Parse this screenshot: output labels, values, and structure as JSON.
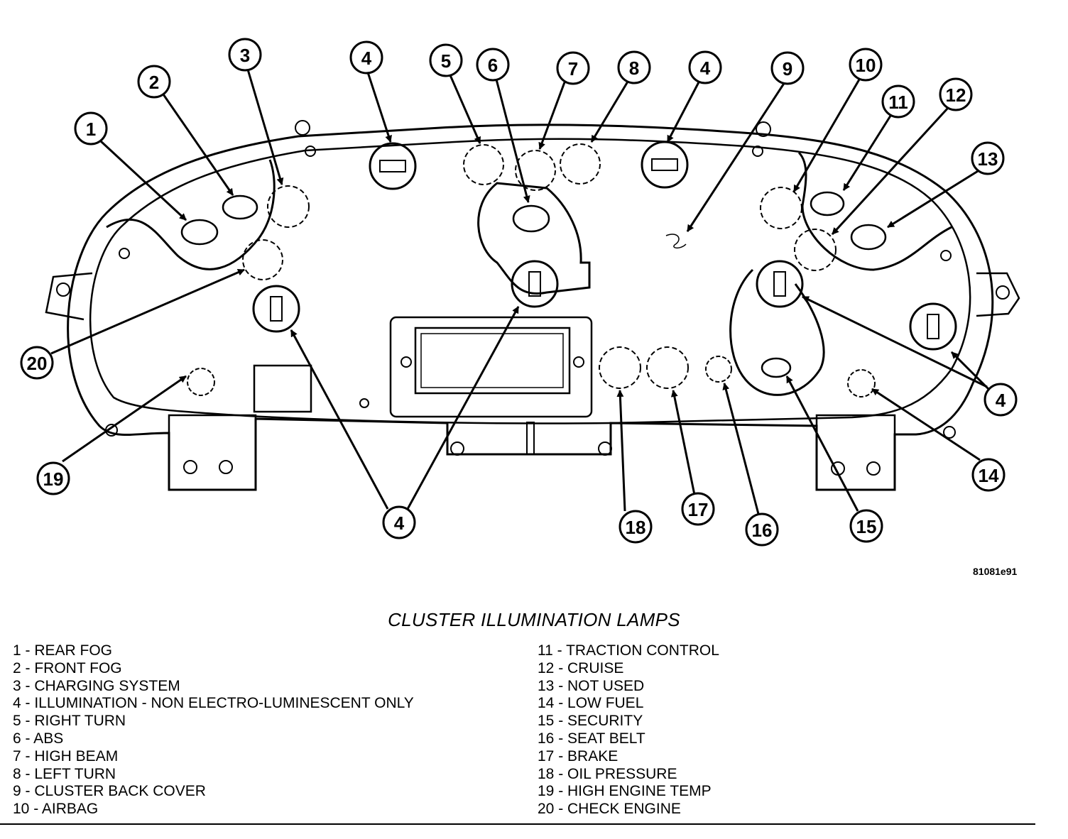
{
  "figure_id": "81081e91",
  "caption": "CLUSTER ILLUMINATION LAMPS",
  "callouts": [
    {
      "num": "1"
    },
    {
      "num": "2"
    },
    {
      "num": "3"
    },
    {
      "num": "4"
    },
    {
      "num": "5"
    },
    {
      "num": "6"
    },
    {
      "num": "7"
    },
    {
      "num": "8"
    },
    {
      "num": "4"
    },
    {
      "num": "9"
    },
    {
      "num": "10"
    },
    {
      "num": "11"
    },
    {
      "num": "12"
    },
    {
      "num": "13"
    },
    {
      "num": "20"
    },
    {
      "num": "4"
    },
    {
      "num": "19"
    },
    {
      "num": "4"
    },
    {
      "num": "18"
    },
    {
      "num": "17"
    },
    {
      "num": "16"
    },
    {
      "num": "15"
    },
    {
      "num": "14"
    }
  ],
  "legend_left": [
    "1 - REAR FOG",
    "2 - FRONT FOG",
    "3 - CHARGING SYSTEM",
    "4 - ILLUMINATION - NON ELECTRO-LUMINESCENT ONLY",
    "5 - RIGHT TURN",
    "6 - ABS",
    "7 - HIGH BEAM",
    "8 - LEFT TURN",
    "9 - CLUSTER BACK COVER",
    "10 - AIRBAG"
  ],
  "legend_right": [
    "11 - TRACTION CONTROL",
    "12 - CRUISE",
    "13 - NOT USED",
    "14 - LOW FUEL",
    "15 - SECURITY",
    "16 - SEAT BELT",
    "17 - BRAKE",
    "18 - OIL PRESSURE",
    "19 - HIGH ENGINE TEMP",
    "20 - CHECK ENGINE"
  ]
}
